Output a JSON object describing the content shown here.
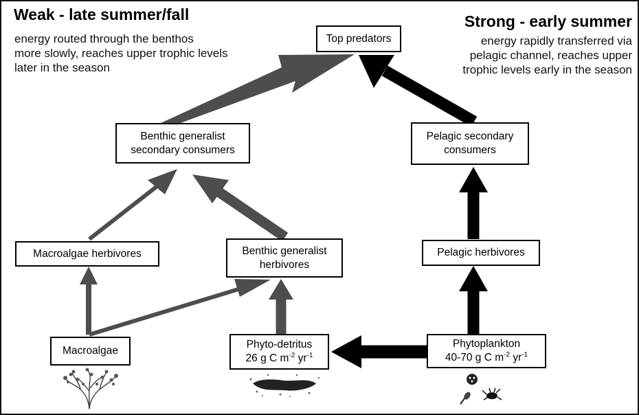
{
  "weak": {
    "title": "Weak - late summer/fall",
    "lines": [
      "energy routed through the benthos",
      "more slowly, reaches upper trophic levels",
      "later in the season"
    ]
  },
  "strong": {
    "title": "Strong - early summer",
    "lines": [
      "energy rapidly transferred via",
      "pelagic channel, reaches upper",
      "trophic levels early in the season"
    ]
  },
  "nodes": {
    "top_predators": [
      "Top predators"
    ],
    "benthic_secondary": [
      "Benthic generalist",
      "secondary consumers"
    ],
    "pelagic_secondary": [
      "Pelagic secondary",
      "consumers"
    ],
    "macroalgae_herbivores": [
      "Macroalgae herbivores"
    ],
    "benthic_herbivores": [
      "Benthic generalist",
      "herbivores"
    ],
    "pelagic_herbivores": [
      "Pelagic herbivores"
    ],
    "macroalgae": [
      "Macroalgae"
    ],
    "phyto_detritus": {
      "name": "Phyto-detritus",
      "value": "26 g C m",
      "exp1": "-2",
      "mid": " yr",
      "exp2": "-1"
    },
    "phytoplankton": {
      "name": "Phytoplankton",
      "value": "40-70 g C m",
      "exp1": "-2",
      "mid": " yr",
      "exp2": "-1"
    }
  },
  "colors": {
    "weak_arrow": "#4d4d4d",
    "strong_arrow": "#000000"
  },
  "icons": [
    "seaweed-icon",
    "detritus-icon",
    "plankton-icon"
  ]
}
